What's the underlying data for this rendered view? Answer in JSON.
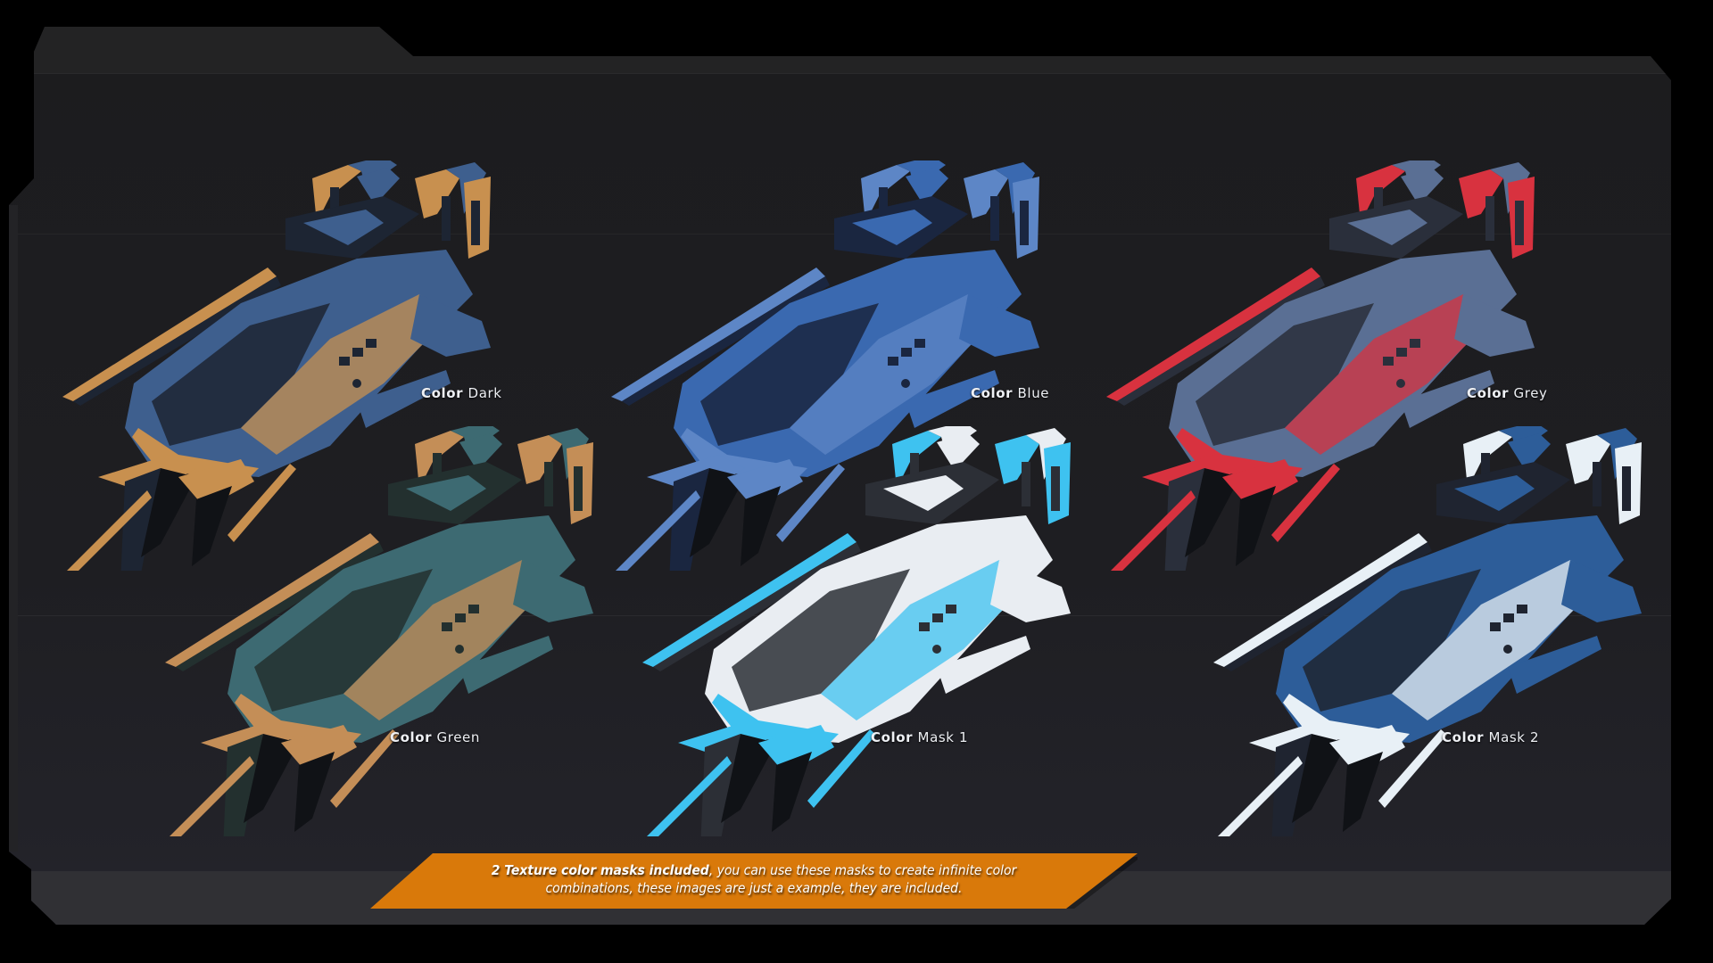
{
  "colors": {
    "background": "#000000",
    "panel": "#1b1b1d",
    "panel_top_band": "#232324",
    "panel_bottom_band": "#303034",
    "banner": "#d9790a",
    "label_text": "#eef0f4"
  },
  "variants": [
    {
      "prefix": "Color",
      "name": "Dark",
      "hull": "#3e5f8e",
      "accent": "#c8904f",
      "trim": "#1d2533"
    },
    {
      "prefix": "Color",
      "name": "Blue",
      "hull": "#3a69b0",
      "accent": "#5d86c6",
      "trim": "#1a2640"
    },
    {
      "prefix": "Color",
      "name": "Grey",
      "hull": "#5a6f94",
      "accent": "#d8323f",
      "trim": "#2a2f3b"
    },
    {
      "prefix": "Color",
      "name": "Green",
      "hull": "#3d6a72",
      "accent": "#c48e57",
      "trim": "#23302f"
    },
    {
      "prefix": "Color",
      "name": "Mask 1",
      "hull": "#e9edf2",
      "accent": "#3ec2f0",
      "trim": "#2c2f36"
    },
    {
      "prefix": "Color",
      "name": "Mask 2",
      "hull": "#2d5d99",
      "accent": "#e8f0f6",
      "trim": "#1f2430"
    }
  ],
  "banner": {
    "bold": "2 Texture color masks included",
    "line1_rest": ", you can use these masks to create infinite color",
    "line2": "combinations, these images are just a example, they are included."
  }
}
